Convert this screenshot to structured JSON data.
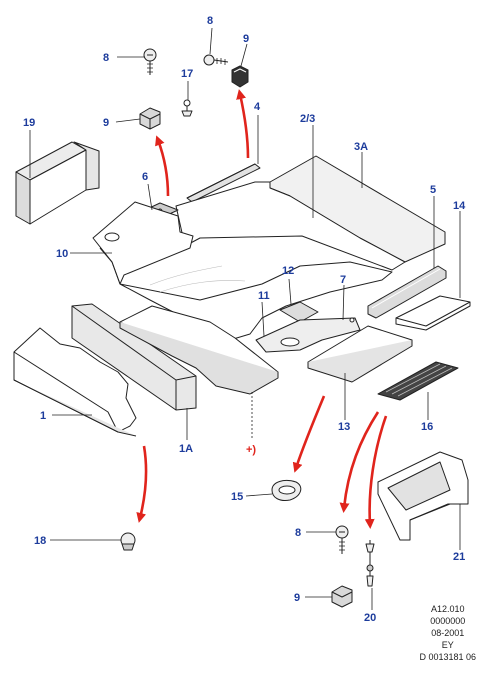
{
  "colors": {
    "callout": "#1d3c9c",
    "arrow": "#e0241c",
    "note": "#e0241c",
    "outline": "#222222",
    "part_fill": "#ffffff",
    "part_shade": "#dcdcdc",
    "part_dark": "#b5b5b5"
  },
  "callouts": [
    {
      "id": "8a",
      "text": "8"
    },
    {
      "id": "9a",
      "text": "9"
    },
    {
      "id": "8b",
      "text": "8"
    },
    {
      "id": "17",
      "text": "17"
    },
    {
      "id": "9b",
      "text": "9"
    },
    {
      "id": "4",
      "text": "4"
    },
    {
      "id": "19",
      "text": "19"
    },
    {
      "id": "2_3",
      "text": "2/3"
    },
    {
      "id": "3A",
      "text": "3A"
    },
    {
      "id": "6",
      "text": "6"
    },
    {
      "id": "5",
      "text": "5"
    },
    {
      "id": "14",
      "text": "14"
    },
    {
      "id": "10",
      "text": "10"
    },
    {
      "id": "12",
      "text": "12"
    },
    {
      "id": "7",
      "text": "7"
    },
    {
      "id": "11",
      "text": "11"
    },
    {
      "id": "1",
      "text": "1"
    },
    {
      "id": "13",
      "text": "13"
    },
    {
      "id": "16",
      "text": "16"
    },
    {
      "id": "1A",
      "text": "1A"
    },
    {
      "id": "plus",
      "text": "+)"
    },
    {
      "id": "15",
      "text": "15"
    },
    {
      "id": "18",
      "text": "18"
    },
    {
      "id": "8c",
      "text": "8"
    },
    {
      "id": "21",
      "text": "21"
    },
    {
      "id": "9c",
      "text": "9"
    },
    {
      "id": "20",
      "text": "20"
    }
  ],
  "footer": {
    "line1": "A12.010",
    "line2": "0000000",
    "line3": "08-2001",
    "line4": "EY",
    "line5": "D 0013181 06"
  }
}
